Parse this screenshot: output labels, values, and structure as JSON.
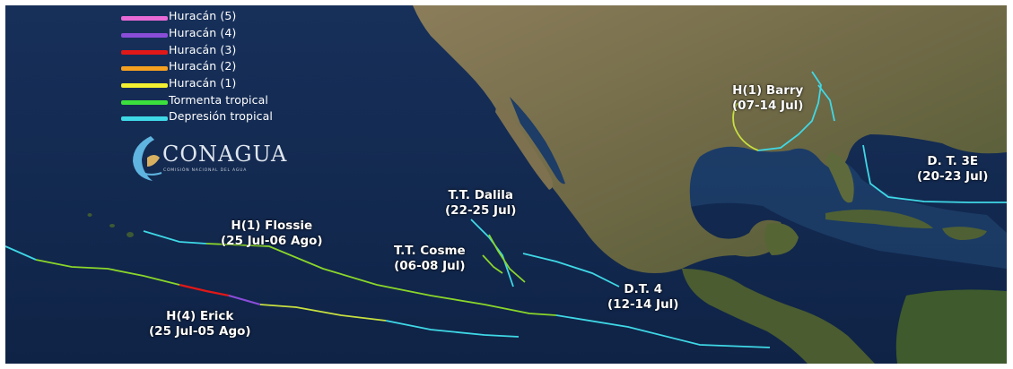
{
  "legend": {
    "items": [
      {
        "label": "Huracán (5)",
        "color": "#e86ad6"
      },
      {
        "label": "Huracán (4)",
        "color": "#8a4dd8"
      },
      {
        "label": "Huracán (3)",
        "color": "#e01818"
      },
      {
        "label": "Huracán (2)",
        "color": "#f5a020"
      },
      {
        "label": "Huracán (1)",
        "color": "#f2f030"
      },
      {
        "label": "Tormenta tropical",
        "color": "#3ce03c"
      },
      {
        "label": "Depresión tropical",
        "color": "#3fd8e6"
      }
    ]
  },
  "logo": {
    "name": "CONAGUA",
    "subtitle": "COMISIÓN NACIONAL DEL AGUA"
  },
  "storms": [
    {
      "name": "H(1) Barry",
      "dates": "(07-14 Jul)"
    },
    {
      "name": "D. T. 3E",
      "dates": "(20-23 Jul)"
    },
    {
      "name": "T.T. Dalila",
      "dates": "(22-25 Jul)"
    },
    {
      "name": "H(1) Flossie",
      "dates": "(25 Jul-06 Ago)"
    },
    {
      "name": "T.T. Cosme",
      "dates": "(06-08 Jul)"
    },
    {
      "name": "D.T. 4",
      "dates": "(12-14 Jul)"
    },
    {
      "name": "H(4) Erick",
      "dates": "(25 Jul-05 Ago)"
    }
  ],
  "colors": {
    "ocean": "#17305a",
    "land": "#7d7150",
    "track_td": "#3fd8e6",
    "track_ts": "#8ad62a",
    "track_h1": "#c8e040",
    "track_h3": "#e01818",
    "track_h4": "#8a4dd8"
  }
}
